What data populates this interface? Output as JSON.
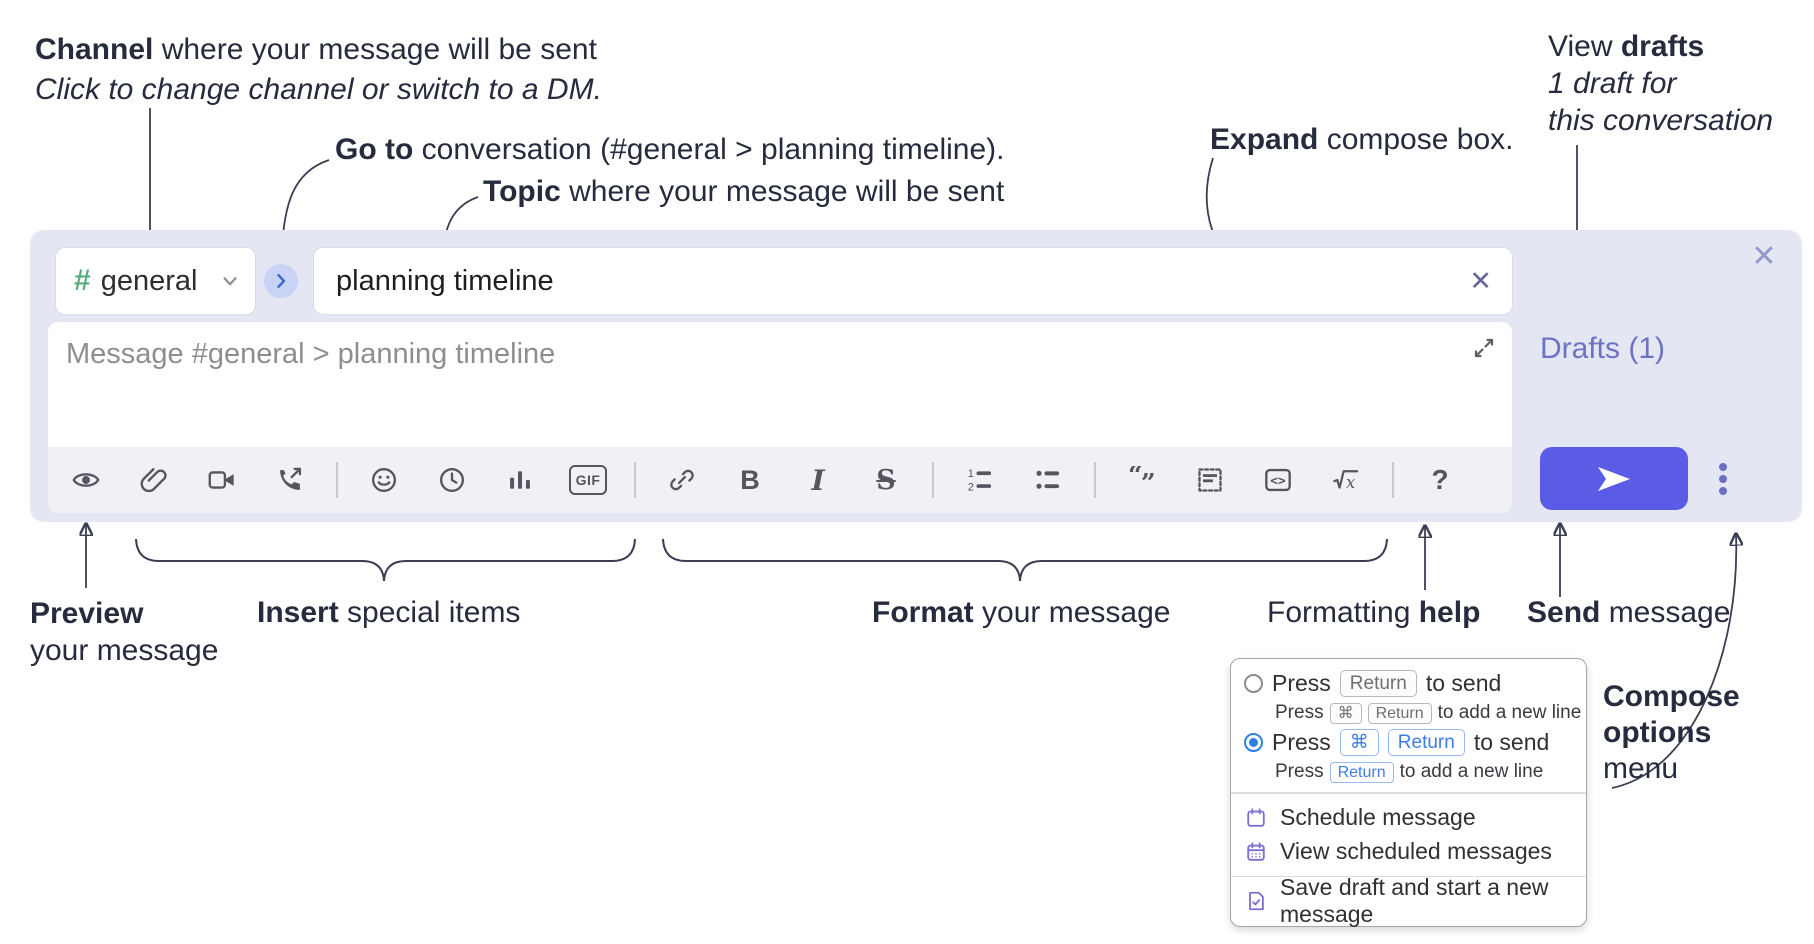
{
  "colors": {
    "compose_bg": "#e4e6f3",
    "toolbar_bg": "#f1f1f5",
    "send_accent": "#5a5ce6",
    "drafts_link": "#6e72c3",
    "hash_green": "#5cab7d",
    "goto_circle": "#c9d3f6",
    "goto_chevron": "#3f6ad0",
    "radio_blue": "#2f7fe3",
    "key_blue": "#3e7de4",
    "menu_icon_purple": "#7e6ed2",
    "annotation_ink": "#262b3d"
  },
  "annotations": {
    "channel": {
      "lines": [
        {
          "parts": [
            {
              "v": "Channel",
              "b": true
            },
            {
              "v": " where your message will be sent"
            }
          ]
        },
        {
          "i": true,
          "parts": [
            {
              "v": "Click to change channel or switch to a DM."
            }
          ]
        }
      ]
    },
    "goto": {
      "lines": [
        {
          "parts": [
            {
              "v": "Go to",
              "b": true
            },
            {
              "v": " conversation (#general > planning timeline)."
            }
          ]
        }
      ]
    },
    "topic": {
      "lines": [
        {
          "parts": [
            {
              "v": "Topic",
              "b": true
            },
            {
              "v": " where your message will be sent"
            }
          ]
        }
      ]
    },
    "expand": {
      "lines": [
        {
          "parts": [
            {
              "v": "Expand",
              "b": true
            },
            {
              "v": " compose box."
            }
          ]
        }
      ]
    },
    "view_drafts": {
      "lines": [
        {
          "parts": [
            {
              "v": "View "
            },
            {
              "v": "drafts",
              "b": true
            }
          ]
        },
        {
          "i": true,
          "parts": [
            {
              "v": "1 draft for"
            }
          ]
        },
        {
          "i": true,
          "parts": [
            {
              "v": "this conversation"
            }
          ]
        }
      ]
    },
    "preview": {
      "lines": [
        {
          "parts": [
            {
              "v": "Preview",
              "b": true
            }
          ]
        },
        {
          "parts": [
            {
              "v": "your message"
            }
          ]
        }
      ]
    },
    "insert": {
      "lines": [
        {
          "parts": [
            {
              "v": "Insert",
              "b": true
            },
            {
              "v": " special items"
            }
          ]
        }
      ]
    },
    "format": {
      "lines": [
        {
          "parts": [
            {
              "v": "Format",
              "b": true
            },
            {
              "v": " your message"
            }
          ]
        }
      ]
    },
    "formatting_help": {
      "lines": [
        {
          "parts": [
            {
              "v": "Formatting "
            },
            {
              "v": "help",
              "b": true
            }
          ]
        }
      ]
    },
    "send": {
      "lines": [
        {
          "parts": [
            {
              "v": "Send",
              "b": true
            },
            {
              "v": " message"
            }
          ]
        }
      ]
    },
    "compose_options": {
      "lines": [
        {
          "parts": [
            {
              "v": "Compose",
              "b": true
            }
          ]
        },
        {
          "parts": [
            {
              "v": "options",
              "b": true
            }
          ]
        },
        {
          "parts": [
            {
              "v": "menu"
            }
          ]
        }
      ]
    }
  },
  "compose": {
    "channel": {
      "hash": "#",
      "name": "general"
    },
    "topic_value": "planning timeline",
    "message_placeholder": "Message #general > planning timeline",
    "drafts_label": "Drafts (1)",
    "close_icon": "✕",
    "clear_icon": "✕"
  },
  "toolbar": {
    "items": [
      {
        "type": "svg",
        "icon": "eye",
        "name": "preview-button"
      },
      {
        "type": "svg",
        "icon": "paperclip",
        "name": "attach-file-button"
      },
      {
        "type": "svg",
        "icon": "video-camera",
        "name": "video-call-button"
      },
      {
        "type": "svg",
        "icon": "phone-call",
        "name": "audio-call-button"
      },
      {
        "type": "divider"
      },
      {
        "type": "svg",
        "icon": "smiley",
        "name": "emoji-button"
      },
      {
        "type": "svg",
        "icon": "clock",
        "name": "global-time-button"
      },
      {
        "type": "svg",
        "icon": "bar-chart",
        "name": "poll-button"
      },
      {
        "type": "text",
        "glyph": "GIF",
        "cls": "gif",
        "icon": "gif",
        "name": "gif-button"
      },
      {
        "type": "divider"
      },
      {
        "type": "svg",
        "icon": "link",
        "name": "link-button"
      },
      {
        "type": "text",
        "glyph": "B",
        "cls": "bold",
        "icon": "bold",
        "name": "bold-button"
      },
      {
        "type": "text",
        "glyph": "I",
        "cls": "italic",
        "icon": "italic",
        "name": "italic-button"
      },
      {
        "type": "text",
        "glyph": "S",
        "cls": "strike",
        "icon": "strikethrough",
        "name": "strikethrough-button"
      },
      {
        "type": "divider"
      },
      {
        "type": "svg",
        "icon": "numbered-list",
        "name": "numbered-list-button"
      },
      {
        "type": "svg",
        "icon": "bulleted-list",
        "name": "bulleted-list-button"
      },
      {
        "type": "divider"
      },
      {
        "type": "svg",
        "icon": "quote",
        "name": "quote-button"
      },
      {
        "type": "svg",
        "icon": "spoiler",
        "name": "spoiler-button"
      },
      {
        "type": "svg",
        "icon": "code",
        "name": "code-button"
      },
      {
        "type": "svg",
        "icon": "math",
        "name": "math-button"
      },
      {
        "type": "divider"
      },
      {
        "type": "text",
        "glyph": "?",
        "cls": "help",
        "icon": "question-mark",
        "name": "help-button"
      }
    ]
  },
  "popup": {
    "radio_rows": [
      {
        "selected": false,
        "main": [
          {
            "t": "txt",
            "v": "Press"
          },
          {
            "t": "key",
            "v": "Return"
          },
          {
            "t": "txt",
            "v": "to send"
          }
        ],
        "sub": [
          {
            "t": "txt",
            "v": "Press"
          },
          {
            "t": "key",
            "v": "⌘"
          },
          {
            "t": "key",
            "v": "Return"
          },
          {
            "t": "txt",
            "v": "to add a new line"
          }
        ]
      },
      {
        "selected": true,
        "main": [
          {
            "t": "txt",
            "v": "Press"
          },
          {
            "t": "key",
            "v": "⌘",
            "blue": true
          },
          {
            "t": "key",
            "v": "Return",
            "blue": true
          },
          {
            "t": "txt",
            "v": "to send"
          }
        ],
        "sub": [
          {
            "t": "txt",
            "v": "Press"
          },
          {
            "t": "key",
            "v": "Return",
            "blue": true
          },
          {
            "t": "txt",
            "v": "to add a new line"
          }
        ]
      }
    ],
    "groups": [
      [
        {
          "icon": "calendar",
          "label": "Schedule message",
          "name": "schedule-message-item"
        },
        {
          "icon": "calendar-grid",
          "label": "View scheduled messages",
          "name": "view-scheduled-messages-item"
        }
      ],
      [
        {
          "icon": "save-draft",
          "label": "Save draft and start a new message",
          "name": "save-draft-item"
        }
      ]
    ]
  }
}
